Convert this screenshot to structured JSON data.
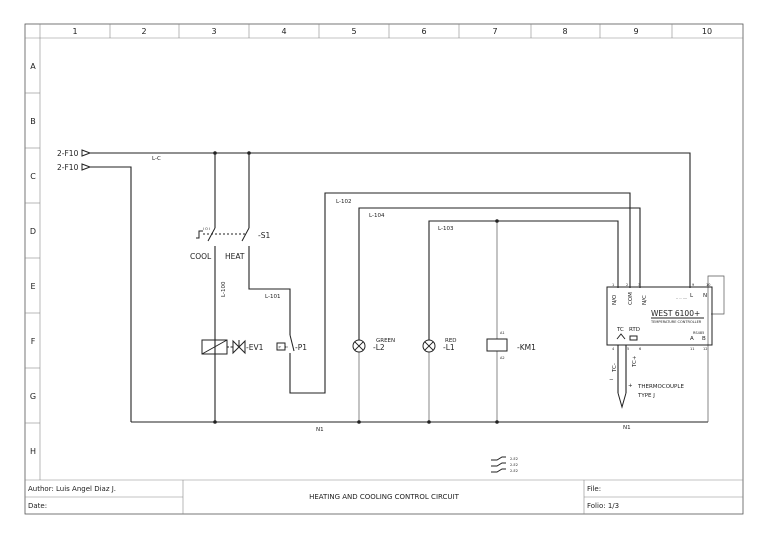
{
  "columns": [
    "1",
    "2",
    "3",
    "4",
    "5",
    "6",
    "7",
    "8",
    "9",
    "10"
  ],
  "rows": [
    "A",
    "B",
    "C",
    "D",
    "E",
    "F",
    "G",
    "H"
  ],
  "inputs": [
    {
      "ref": "2-F10"
    },
    {
      "ref": "2-F10"
    }
  ],
  "wires": {
    "lc": "L-C",
    "l100": "L-100",
    "l101": "L-101",
    "l102": "L-102",
    "l103": "L-103",
    "l104": "L-104",
    "n1_left": "N1",
    "n1_right": "N1"
  },
  "components": {
    "selector": {
      "tag": "-S1",
      "cool": "COOL",
      "heat": "HEAT"
    },
    "valve": {
      "tag": "-EV1"
    },
    "pressostat": {
      "tag": "-P1"
    },
    "lamp_green": {
      "color": "GREEN",
      "tag": "-L2"
    },
    "lamp_red": {
      "color": "RED",
      "tag": "-L1"
    },
    "contactor": {
      "tag": "-KM1",
      "a1": "A1",
      "a2": "A2"
    },
    "controller": {
      "name": "WEST 6100+",
      "subtitle": "TEMPERATURE CONTROLLER",
      "pins_top": [
        "N/O",
        "COM",
        "N/C"
      ],
      "pin_nums_top": [
        "1",
        "2",
        "3"
      ],
      "pin_l": "L",
      "pin_n": "N",
      "pin_nums_right": [
        "9",
        "10"
      ],
      "tc": "TC",
      "rtd": "RTD",
      "a": "A",
      "b": "B",
      "rs485": "RS485",
      "bottom_pins": [
        "4",
        "5",
        "6",
        "11",
        "12"
      ]
    },
    "thermocouple": {
      "neg": "TC-",
      "pos": "TC+",
      "plus": "+",
      "minus": "−",
      "label1": "THERMOCOUPLE",
      "label2": "TYPE J"
    }
  },
  "cross_refs": [
    "2-E2",
    "2-E2",
    "2-E2"
  ],
  "title_block": {
    "author": "Author: Luis Angel Diaz J.",
    "date": "Date:",
    "title": "HEATING AND COOLING CONTROL CIRCUIT",
    "file": "File:",
    "folio": "Folio: 1/3"
  }
}
